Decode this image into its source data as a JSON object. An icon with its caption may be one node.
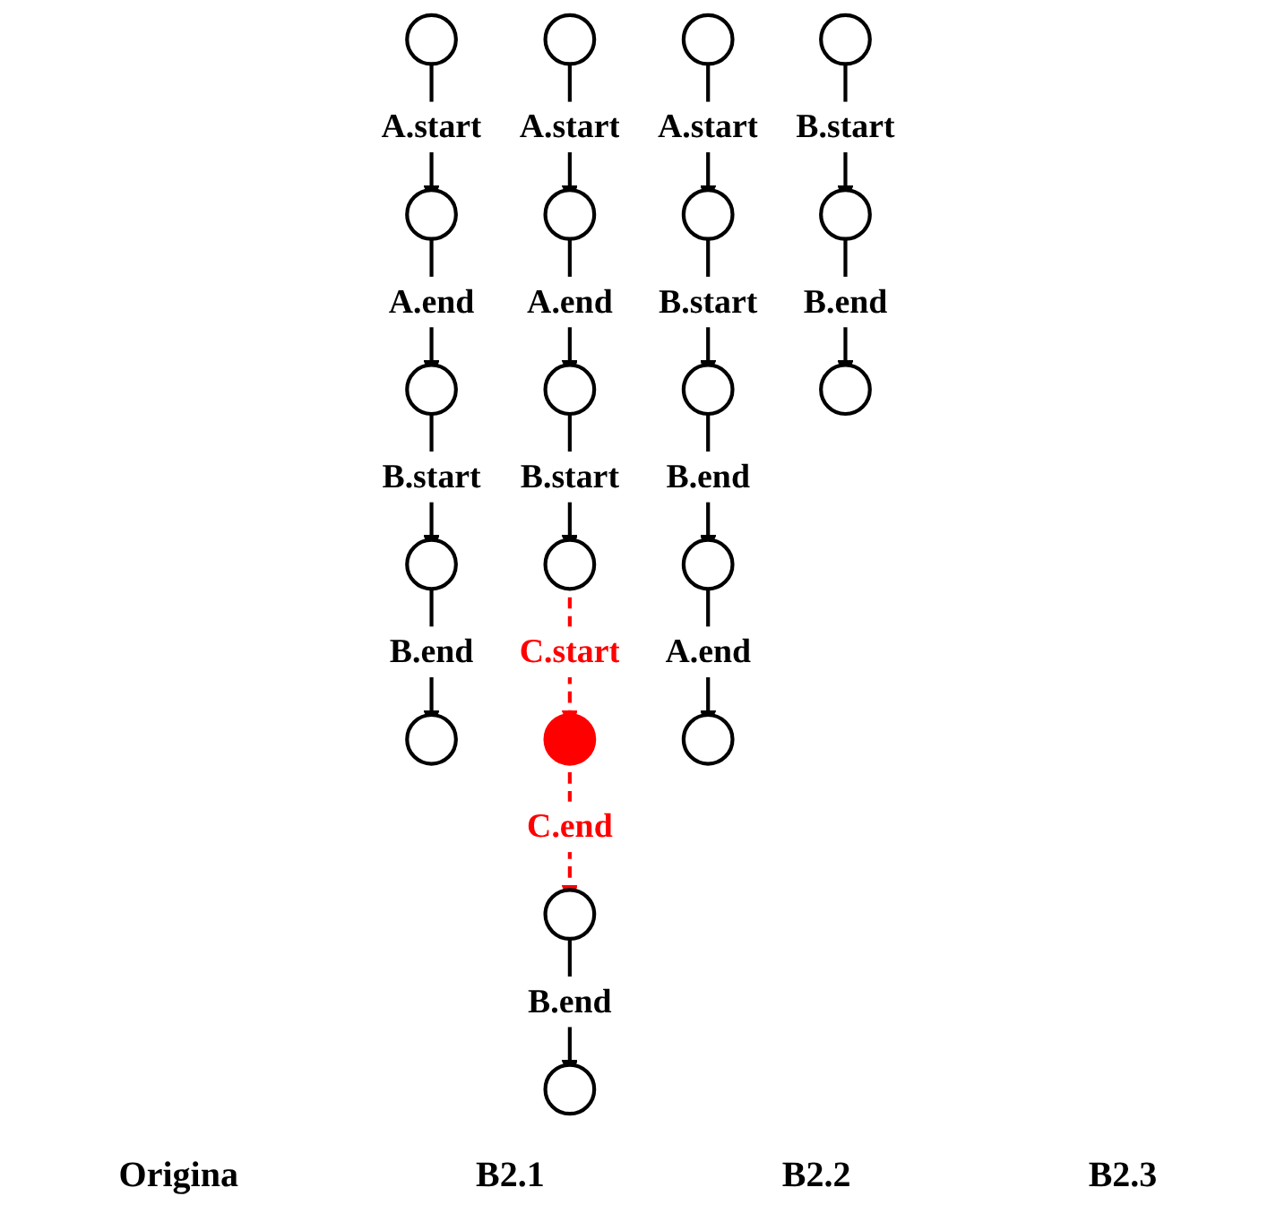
{
  "diagram": {
    "nodes": [
      {
        "text": [],
        "shape": "circle"
      },
      {
        "text": [],
        "shape": "circle"
      },
      {
        "text": [],
        "shape": "circle"
      },
      {
        "text": [],
        "shape": "circle"
      },
      {
        "text": [],
        "shape": "circle"
      },
      {
        "text": [],
        "shape": "circle"
      },
      {
        "text": [],
        "shape": "circle"
      },
      {
        "text": [],
        "shape": "circle"
      },
      {
        "text": [],
        "shape": "circle"
      },
      {
        "text": [],
        "shape": "circle"
      },
      {
        "text": [],
        "shape": "circle"
      },
      {
        "text": [],
        "shape": "circle"
      },
      {
        "text": [],
        "shape": "circle"
      },
      {
        "text": [],
        "shape": "circle"
      },
      {
        "text": [],
        "shape": "circle"
      },
      {
        "text": [],
        "shape": "circle"
      },
      {
        "text": [],
        "shape": "circle"
      },
      {
        "text": [],
        "shape": "circle"
      },
      {
        "text": [],
        "shape": "circle"
      },
      {
        "text": [],
        "shape": "circle"
      }
    ],
    "edges": [
      {
        "from": 0,
        "to": 1,
        "arrow": "to",
        "label": "A.start"
      },
      {
        "from": 1,
        "to": 2,
        "arrow": "to",
        "label": "A.end"
      },
      {
        "from": 2,
        "to": 3,
        "arrow": "to",
        "label": "B.start"
      },
      {
        "from": 3,
        "to": 4,
        "arrow": "to",
        "label": "B.end"
      },
      {
        "from": 5,
        "to": 6,
        "arrow": "to",
        "label": "A.start"
      },
      {
        "from": 6,
        "to": 7,
        "arrow": "to",
        "label": "A.end"
      },
      {
        "from": 7,
        "to": 8,
        "arrow": "to",
        "label": "B.start"
      },
      {
        "from": 8,
        "to": 9,
        "arrow": "to",
        "label": "C.start",
        "style": "dashed",
        "color": "#ff0000"
      },
      {
        "from": 9,
        "to": 10,
        "arrow": "to",
        "label": "C.end",
        "style": "dashed",
        "color": "#ff0000"
      },
      {
        "from": 10,
        "to": 11,
        "arrow": "to",
        "label": "B.end"
      },
      {
        "from": 12,
        "to": 13,
        "arrow": "to",
        "label": "A.start"
      },
      {
        "from": 13,
        "to": 14,
        "arrow": "to",
        "label": "B.start"
      },
      {
        "from": 14,
        "to": 15,
        "arrow": "to",
        "label": "B.end"
      },
      {
        "from": 15,
        "to": 16,
        "arrow": "to",
        "label": "A.end"
      },
      {
        "from": 17,
        "to": 18,
        "arrow": "to",
        "label": "B.start"
      },
      {
        "from": 18,
        "to": 19,
        "arrow": "to",
        "label": "B.end"
      }
    ],
    "labels": [
      "Origina",
      "B2.1",
      "B2.2",
      "B2.3"
    ]
  }
}
